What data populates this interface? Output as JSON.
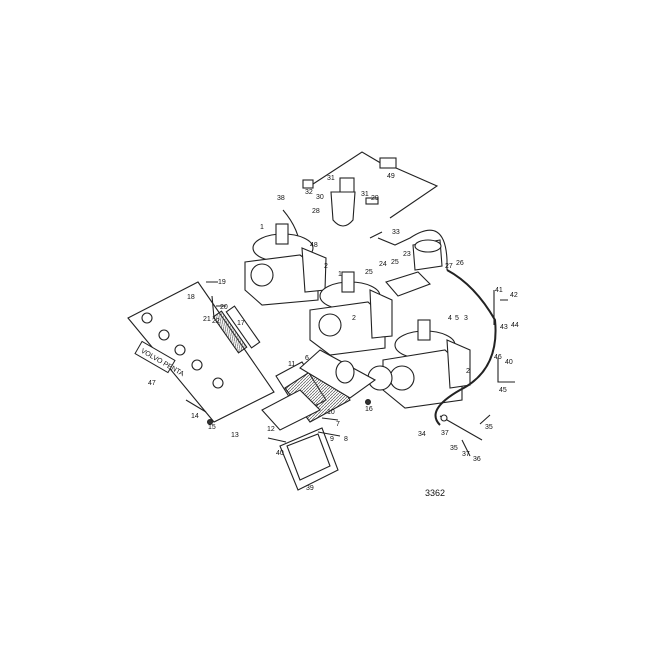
{
  "figure_number": "3362",
  "badge_text": "VOLVO PENTA",
  "callouts": [
    "49",
    "32",
    "30",
    "31",
    "31",
    "29",
    "28",
    "38",
    "1",
    "48",
    "2",
    "33",
    "23",
    "24",
    "25",
    "27",
    "26",
    "19",
    "18",
    "20",
    "21",
    "22",
    "17",
    "1",
    "25",
    "2",
    "41",
    "42",
    "44",
    "43",
    "4",
    "5",
    "3",
    "47",
    "11",
    "6",
    "46",
    "40",
    "45",
    "2",
    "16",
    "10",
    "7",
    "9",
    "8",
    "14",
    "15",
    "13",
    "12",
    "37",
    "35",
    "35",
    "37",
    "36",
    "34",
    "40",
    "39"
  ]
}
